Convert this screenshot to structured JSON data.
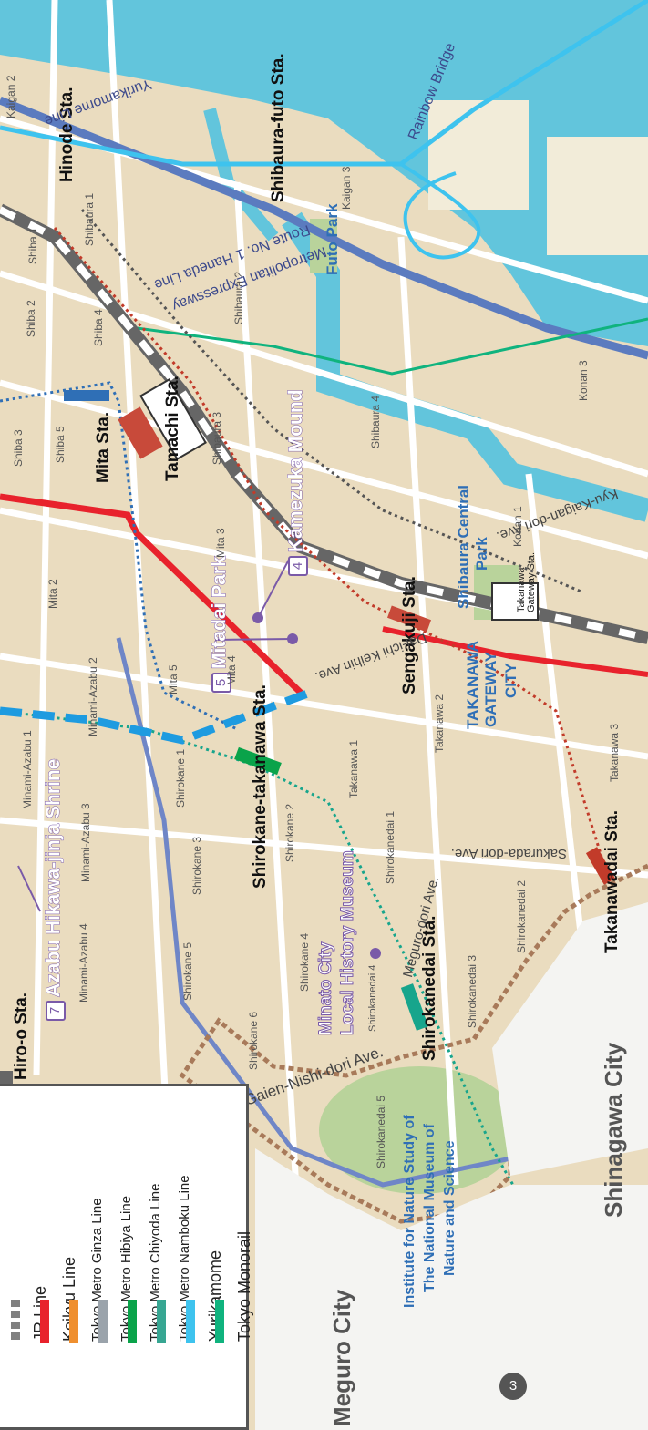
{
  "colors": {
    "jr": "#808080",
    "keikyu": "#e8222c",
    "ginza": "#ef8f2f",
    "hibiya": "#9aa3ab",
    "chiyoda": "#0aa34a",
    "namboku": "#37a692",
    "yurikamome": "#3ec3ee",
    "monorail": "#10b37e",
    "water": "#62c5dc",
    "land": "#eadcbf",
    "park": "#b9d39b",
    "poi": "#7a5aa8"
  },
  "stations": {
    "hinode": "Hinode Sta.",
    "shibaura_futo": "Shibaura-futo Sta.",
    "mita": "Mita Sta.",
    "tamachi": "Tamachi Sta.",
    "sengakuji": "Sengakuji Sta.",
    "takanawa_gateway": "Takanawa Gateway Sta.",
    "shirokane_takanawa": "Shirokane-takanawa Sta.",
    "shirokanedai": "Shirokanedai Sta.",
    "takanawadai": "Takanawadai Sta.",
    "hiro_o": "Hiro-o Sta."
  },
  "features": {
    "rainbow_bridge": "Rainbow Bridge",
    "yurikamome_line": "Yurikamome Line",
    "expressway_line1": "Metropolitan Expressway",
    "expressway_line2": "Route No. 1 Haneda Line",
    "futo_park": "Futo Park",
    "shibaura_central_park_1": "Shibaura Central",
    "shibaura_central_park_2": "Park",
    "takanawa_gateway_city_1": "TAKANAWA",
    "takanawa_gateway_city_2": "GATEWAY",
    "takanawa_gateway_city_3": "CITY",
    "kyu_kaigan": "Kyu-Kaigan-dori Ave.",
    "daiichi_keihin": "Dai-ichi Keihin Ave.",
    "sakurada": "Sakurada-dori Ave.",
    "meguro": "Meguro-dori Ave.",
    "gaien_nishi": "Gaien-Nishi-dori Ave.",
    "institute_1": "Institute for Nature Study of",
    "institute_2": "The National Museum of",
    "institute_3": "Nature and Science"
  },
  "poi": {
    "kamezuka_num": "4",
    "kamezuka": "Kamezuka Mound",
    "mitadai_num": "5",
    "mitadai": "Mitadai Park",
    "hikawa_num": "7",
    "hikawa": "Azabu Hikawa-jinja Shrine",
    "museum_1": "Minato City",
    "museum_2": "Local History Museum"
  },
  "districts": {
    "kaigan2": "Kaigan 2",
    "kaigan3": "Kaigan 3",
    "shibaura1": "Shibaura 1",
    "shibaura2": "Shibaura 2",
    "shibaura3": "Shibaura 3",
    "shibaura4": "Shibaura 4",
    "shiba1": "Shiba 1",
    "shiba2": "Shiba 2",
    "shiba3": "Shiba 3",
    "shiba4": "Shiba 4",
    "shiba5": "Shiba 5",
    "konan1": "Konan 1",
    "konan3": "Konan 3",
    "mita2": "Mita 2",
    "mita3": "Mita 3",
    "mita4": "Mita 4",
    "mita5": "Mita 5",
    "takanawa1": "Takanawa 1",
    "takanawa2": "Takanawa 2",
    "takanawa3": "Takanawa 3",
    "minamiazabu1": "Minami-Azabu 1",
    "minamiazabu2": "Minami-Azabu 2",
    "minamiazabu3": "Minami-Azabu 3",
    "minamiazabu4": "Minami-Azabu 4",
    "shirokane1": "Shirokane 1",
    "shirokane2": "Shirokane 2",
    "shirokane3": "Shirokane 3",
    "shirokane4": "Shirokane 4",
    "shirokane5": "Shirokane 5",
    "shirokane6": "Shirokane 6",
    "shirokanedai1": "Shirokanedai 1",
    "shirokanedai2": "Shirokanedai 2",
    "shirokanedai3": "Shirokanedai 3",
    "shirokanedai4": "Shirokanedai 4",
    "shirokanedai5": "Shirokanedai 5"
  },
  "cities": {
    "shinagawa": "Shinagawa City",
    "meguro": "Meguro City"
  },
  "legend": [
    {
      "label": "JR Line",
      "color": "#808080"
    },
    {
      "label": "Keikyu Line",
      "color": "#e8222c"
    },
    {
      "label": "Tokyo Metro Ginza Line",
      "color": "#ef8f2f"
    },
    {
      "label": "Tokyo Metro Hibiya Line",
      "color": "#9aa3ab"
    },
    {
      "label": "Tokyo Metro Chiyoda Line",
      "color": "#0aa34a"
    },
    {
      "label": "Tokyo Metro Namboku Line",
      "color": "#37a692"
    },
    {
      "label": "Yurikamome",
      "color": "#3ec3ee"
    },
    {
      "label": "Tokyo Monorail",
      "color": "#10b37e"
    }
  ],
  "page_number": "3"
}
